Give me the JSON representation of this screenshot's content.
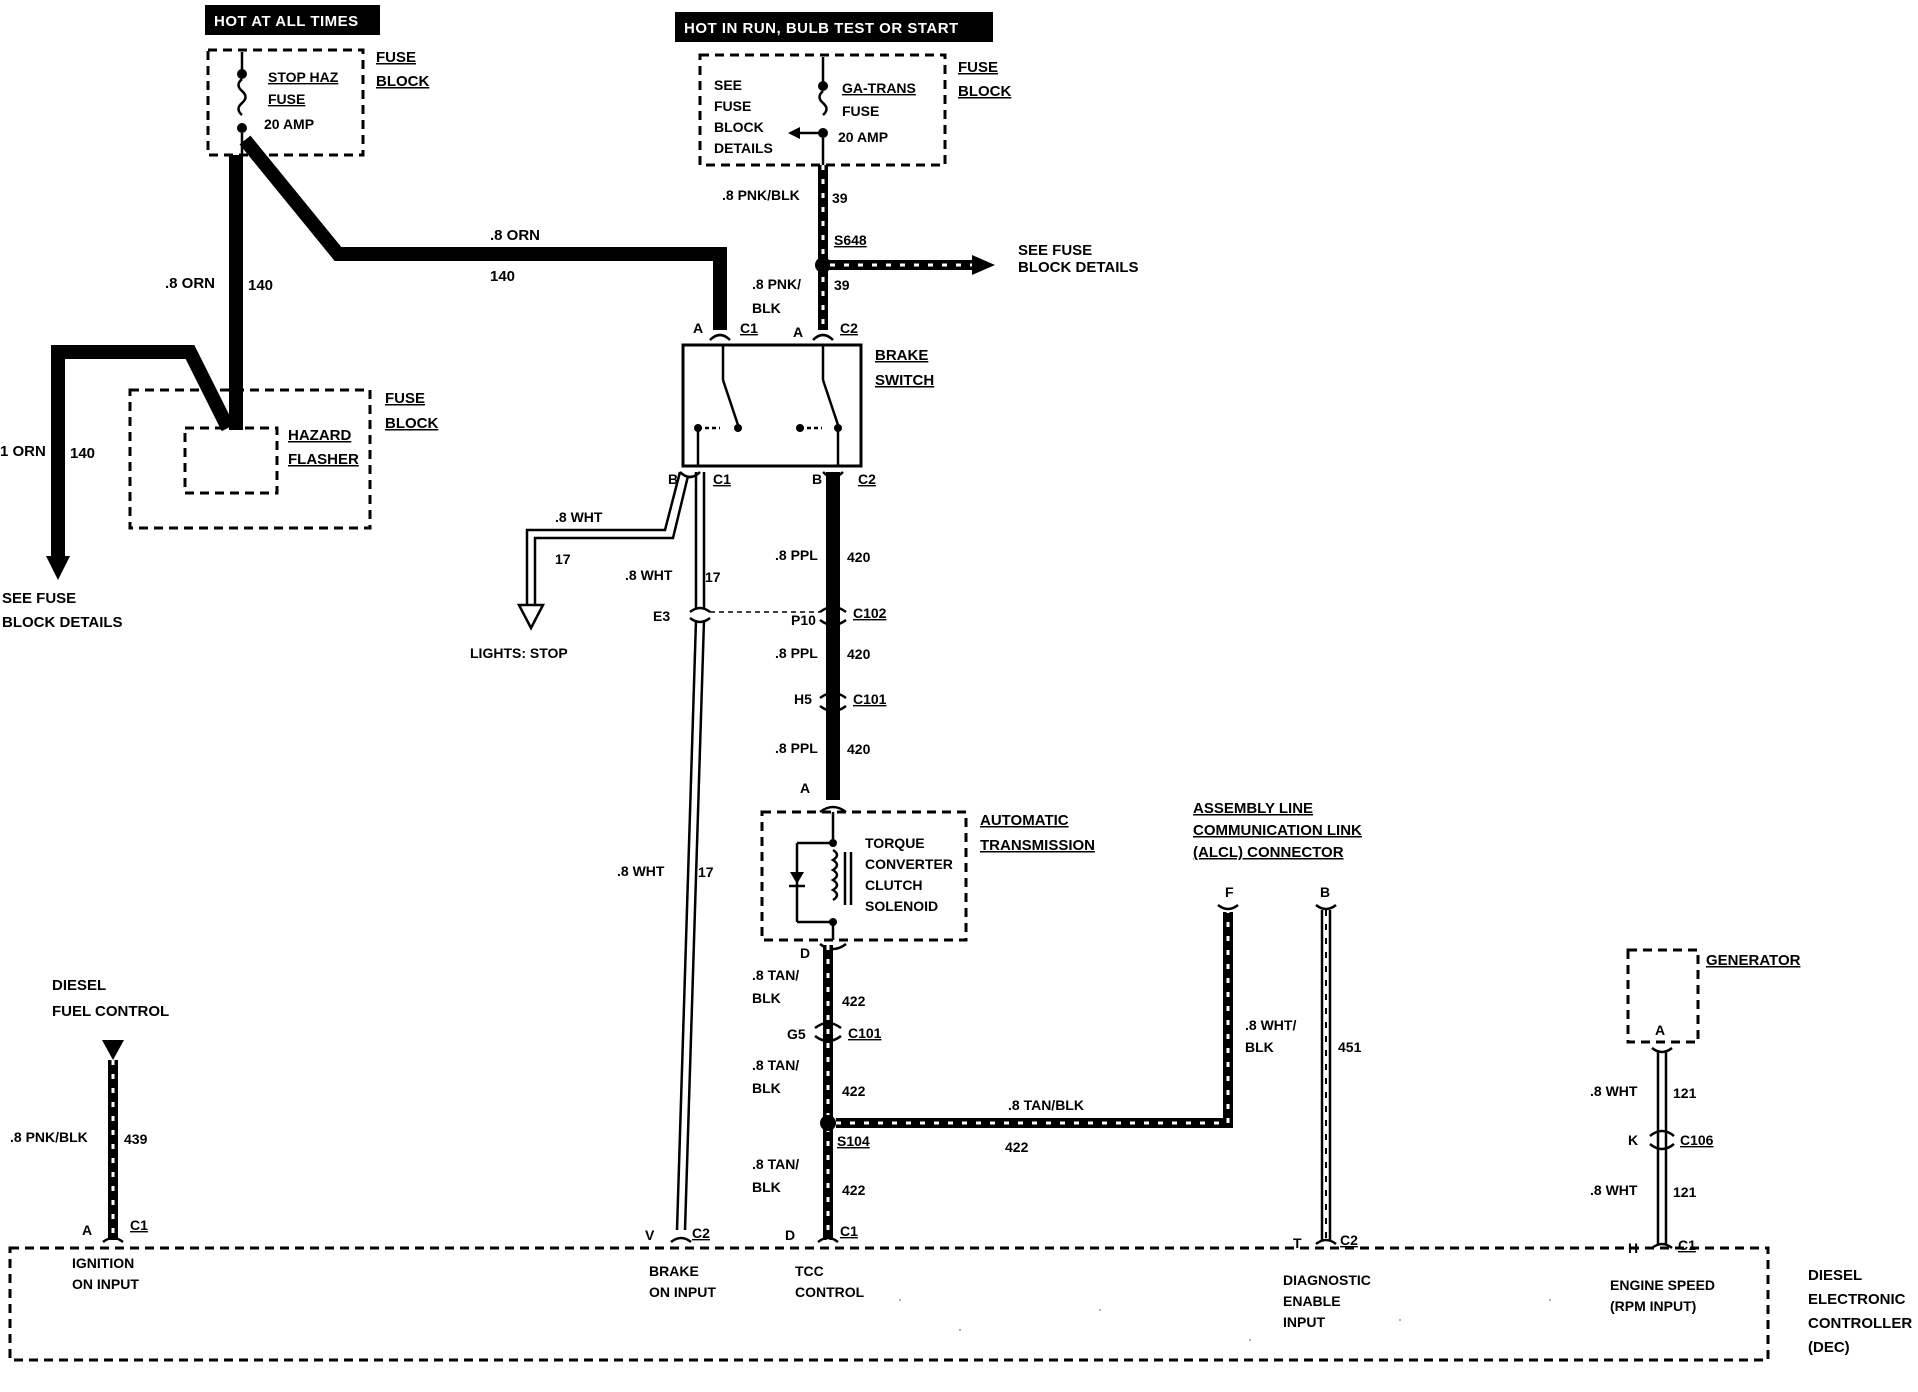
{
  "headers": {
    "hot_all_times": "HOT AT ALL TIMES",
    "hot_run": "HOT IN RUN, BULB TEST OR START"
  },
  "fuse_block_left": {
    "name": "STOP HAZ",
    "fuse": "FUSE",
    "amp": "20 AMP",
    "block1": "FUSE",
    "block2": "BLOCK"
  },
  "fuse_block_right": {
    "see1": "SEE",
    "see2": "FUSE",
    "see3": "BLOCK",
    "see4": "DETAILS",
    "name": "GA-TRANS",
    "fuse": "FUSE",
    "amp": "20 AMP",
    "block1": "FUSE",
    "block2": "BLOCK"
  },
  "hazard": {
    "block1": "FUSE",
    "block2": "BLOCK",
    "name1": "HAZARD",
    "name2": "FLASHER"
  },
  "wires": {
    "w140a_color": ".8 ORN",
    "w140a_num": "140",
    "w140b_color": ".8 ORN",
    "w140b_num": "140",
    "w140c_color": "1 ORN",
    "w140c_num": "140",
    "see_fuse_left1": "SEE FUSE",
    "see_fuse_left2": "BLOCK DETAILS",
    "w39a_color": ".8 PNK/BLK",
    "w39a_num": "39",
    "s648": "S648",
    "see_fuse_right1": "SEE FUSE",
    "see_fuse_right2": "BLOCK DETAILS",
    "w39b_color1": ".8 PNK/",
    "w39b_color2": "BLK",
    "w39b_num": "39",
    "w17a_color": ".8 WHT",
    "w17a_num": "17",
    "w17b_color": ".8 WHT",
    "w17b_num": "17",
    "lights_stop": "LIGHTS:  STOP",
    "w17c_color": ".8 WHT",
    "w17c_num": "17",
    "w420a_color": ".8 PPL",
    "w420a_num": "420",
    "w420b_color": ".8 PPL",
    "w420b_num": "420",
    "w420c_color": ".8 PPL",
    "w420c_num": "420",
    "w422a_color1": ".8 TAN/",
    "w422a_color2": "BLK",
    "w422a_num": "422",
    "w422b_color1": ".8 TAN/",
    "w422b_color2": "BLK",
    "w422b_num": "422",
    "w422c_color1": ".8 TAN/",
    "w422c_color2": "BLK",
    "w422c_num": "422",
    "w422d_color": ".8 TAN/BLK",
    "w422d_num": "422",
    "s104": "S104",
    "w451_color1": ".8 WHT/",
    "w451_color2": "BLK",
    "w451_num": "451",
    "w121a_color": ".8 WHT",
    "w121a_num": "121",
    "w121b_color": ".8 WHT",
    "w121b_num": "121",
    "w439_color": ".8 PNK/BLK",
    "w439_num": "439"
  },
  "connectors": {
    "c1_a": "A",
    "c1": "C1",
    "c2_a": "A",
    "c2": "C2",
    "c1_b": "B",
    "c1b": "C1",
    "c2_b": "B",
    "c2b": "C2",
    "e3": "E3",
    "p10": "P10",
    "c102": "C102",
    "h5": "H5",
    "c101a": "C101",
    "tcc_a": "A",
    "tcc_d": "D",
    "g5": "G5",
    "c101b": "C101",
    "alcl_f": "F",
    "alcl_b": "B",
    "gen_a": "A",
    "k": "K",
    "c106": "C106",
    "dec_a": "A",
    "dec_c1a": "C1",
    "dec_v": "V",
    "dec_c2a": "C2",
    "dec_d": "D",
    "dec_c1b": "C1",
    "dec_t": "T",
    "dec_c2b": "C2",
    "dec_h": "H",
    "dec_c1c": "C1"
  },
  "components": {
    "brake1": "BRAKE",
    "brake2": "SWITCH",
    "auto1": "AUTOMATIC",
    "auto2": "TRANSMISSION",
    "tcc1": "TORQUE",
    "tcc2": "CONVERTER",
    "tcc3": "CLUTCH",
    "tcc4": "SOLENOID",
    "alcl1": "ASSEMBLY LINE",
    "alcl2": "COMMUNICATION LINK",
    "alcl3": "(ALCL) CONNECTOR",
    "generator": "GENERATOR",
    "diesel_fuel1": "DIESEL",
    "diesel_fuel2": "FUEL CONTROL",
    "dec1": "DIESEL",
    "dec2": "ELECTRONIC",
    "dec3": "CONTROLLER",
    "dec4": "(DEC)"
  },
  "dec_inputs": {
    "ign1": "IGNITION",
    "ign2": "ON INPUT",
    "brake1": "BRAKE",
    "brake2": "ON INPUT",
    "tcc1": "TCC",
    "tcc2": "CONTROL",
    "diag1": "DIAGNOSTIC",
    "diag2": "ENABLE",
    "diag3": "INPUT",
    "eng1": "ENGINE SPEED",
    "eng2": "(RPM INPUT)"
  }
}
